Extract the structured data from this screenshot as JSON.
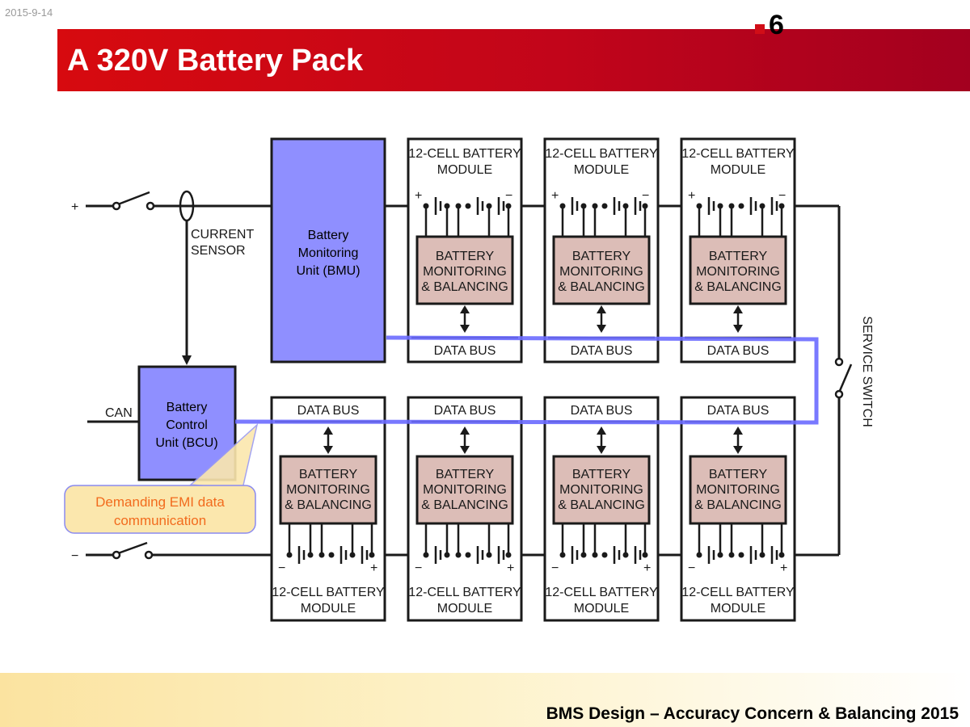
{
  "date": "2015-9-14",
  "title": "A 320V Battery Pack",
  "page_number": "6",
  "footer": "BMS Design – Accuracy Concern & Balancing 2015",
  "diagram": {
    "plus_sign": "+",
    "minus_sign": "−",
    "current_sensor": [
      "CURRENT",
      "SENSOR"
    ],
    "can_label": "CAN",
    "bmu_label": [
      "Battery",
      "Monitoring",
      "Unit (BMU)"
    ],
    "bcu_label": [
      "Battery",
      "Control",
      "Unit (BCU)"
    ],
    "module_label": [
      "12-CELL BATTERY",
      "MODULE"
    ],
    "monitor_label": [
      "BATTERY",
      "MONITORING",
      "& BALANCING"
    ],
    "data_bus": "DATA BUS",
    "service_switch": "SERVICE SWITCH",
    "terminal_plus": "+",
    "terminal_minus": "−",
    "callout": [
      "Demanding EMI data",
      "communication"
    ]
  },
  "colors": {
    "title_bar": "#c8081a",
    "unit_fill": "#8f8fff",
    "monitor_fill": "#dcbdb7",
    "highlight_line": "#6b6bff",
    "callout_fill": "#fbe7ad",
    "callout_text": "#f26b1d"
  }
}
